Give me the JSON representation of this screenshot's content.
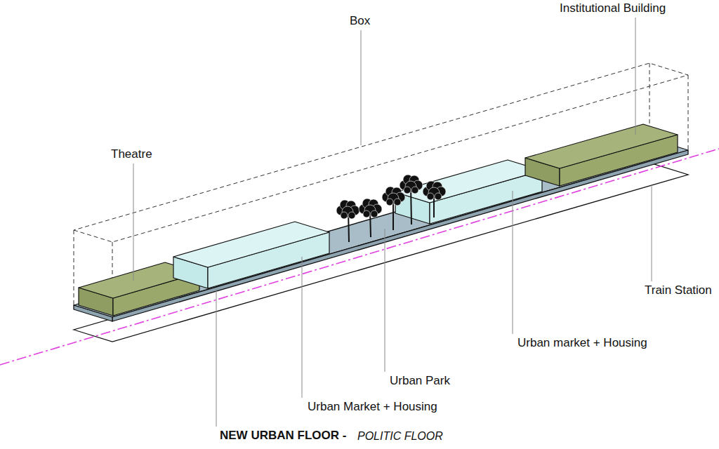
{
  "diagram": {
    "labels": [
      "Institutional Building",
      "Box",
      "Theatre",
      "Train Station",
      "Urban market + Housing",
      "Urban Park",
      "Urban Market + Housing",
      "NEW URBAN FLOOR -",
      "POLITIC FLOOR"
    ]
  }
}
